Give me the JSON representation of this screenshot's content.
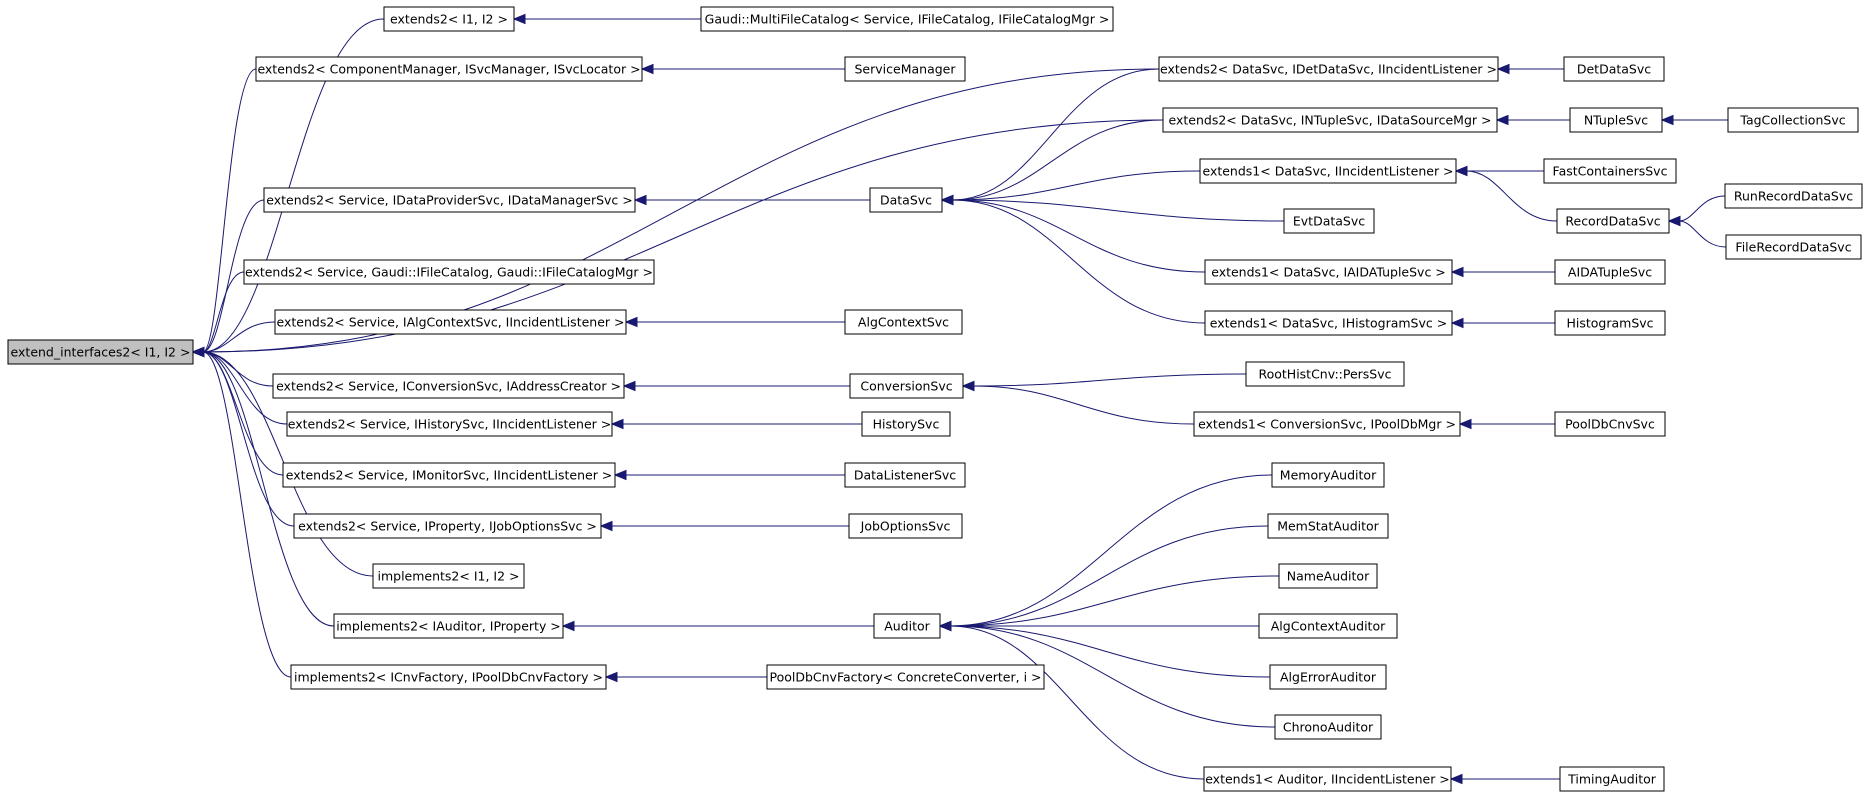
{
  "colors": {
    "edge": "#191970",
    "root_fill": "#c0c0c0",
    "node_fill": "#ffffff",
    "border": "#000000"
  },
  "nodes": [
    {
      "id": "root",
      "label": "extend_interfaces2< I1, I2 >"
    },
    {
      "id": "e_i1i2",
      "label": "extends2< I1, I2 >"
    },
    {
      "id": "mfc",
      "label": "Gaudi::MultiFileCatalog< Service, IFileCatalog, IFileCatalogMgr >"
    },
    {
      "id": "e_comp",
      "label": "extends2< ComponentManager, ISvcManager, ISvcLocator >"
    },
    {
      "id": "svcmgr",
      "label": "ServiceManager"
    },
    {
      "id": "e_det",
      "label": "extends2< DataSvc, IDetDataSvc, IIncidentListener >"
    },
    {
      "id": "detdata",
      "label": "DetDataSvc"
    },
    {
      "id": "e_ntup",
      "label": "extends2< DataSvc, INTupleSvc, IDataSourceMgr >"
    },
    {
      "id": "ntuple",
      "label": "NTupleSvc"
    },
    {
      "id": "tagcoll",
      "label": "TagCollectionSvc"
    },
    {
      "id": "e1_incl",
      "label": "extends1< DataSvc, IIncidentListener >"
    },
    {
      "id": "fastc",
      "label": "FastContainersSvc"
    },
    {
      "id": "runrec",
      "label": "RunRecordDataSvc"
    },
    {
      "id": "e_dp",
      "label": "extends2< Service, IDataProviderSvc, IDataManagerSvc >"
    },
    {
      "id": "datasvc",
      "label": "DataSvc"
    },
    {
      "id": "evtdata",
      "label": "EvtDataSvc"
    },
    {
      "id": "recdata",
      "label": "RecordDataSvc"
    },
    {
      "id": "filerec",
      "label": "FileRecordDataSvc"
    },
    {
      "id": "e_fc",
      "label": "extends2< Service, Gaudi::IFileCatalog, Gaudi::IFileCatalogMgr >"
    },
    {
      "id": "e1_aida",
      "label": "extends1< DataSvc, IAIDATupleSvc >"
    },
    {
      "id": "aida",
      "label": "AIDATupleSvc"
    },
    {
      "id": "e_alg",
      "label": "extends2< Service, IAlgContextSvc, IIncidentListener >"
    },
    {
      "id": "algctx",
      "label": "AlgContextSvc"
    },
    {
      "id": "e1_hist",
      "label": "extends1< DataSvc, IHistogramSvc >"
    },
    {
      "id": "histsvc",
      "label": "HistogramSvc"
    },
    {
      "id": "e_conv",
      "label": "extends2< Service, IConversionSvc, IAddressCreator >"
    },
    {
      "id": "convsvc",
      "label": "ConversionSvc"
    },
    {
      "id": "roothist",
      "label": "RootHistCnv::PersSvc"
    },
    {
      "id": "e_hsvc",
      "label": "extends2< Service, IHistorySvc, IIncidentListener >"
    },
    {
      "id": "historysvc",
      "label": "HistorySvc"
    },
    {
      "id": "e1_pool",
      "label": "extends1< ConversionSvc, IPoolDbMgr >"
    },
    {
      "id": "poolcnv",
      "label": "PoolDbCnvSvc"
    },
    {
      "id": "e_mon",
      "label": "extends2< Service, IMonitorSvc, IIncidentListener >"
    },
    {
      "id": "datalis",
      "label": "DataListenerSvc"
    },
    {
      "id": "memaud",
      "label": "MemoryAuditor"
    },
    {
      "id": "e_prop",
      "label": "extends2< Service, IProperty, IJobOptionsSvc >"
    },
    {
      "id": "jobopt",
      "label": "JobOptionsSvc"
    },
    {
      "id": "memstat",
      "label": "MemStatAuditor"
    },
    {
      "id": "impl_i1i2",
      "label": "implements2< I1, I2 >"
    },
    {
      "id": "nameaud",
      "label": "NameAuditor"
    },
    {
      "id": "impl_aud",
      "label": "implements2< IAuditor, IProperty >"
    },
    {
      "id": "auditor",
      "label": "Auditor"
    },
    {
      "id": "algctxaud",
      "label": "AlgContextAuditor"
    },
    {
      "id": "impl_cnv",
      "label": "implements2< ICnvFactory, IPoolDbCnvFactory >"
    },
    {
      "id": "poolfac",
      "label": "PoolDbCnvFactory< ConcreteConverter, i >"
    },
    {
      "id": "algerr",
      "label": "AlgErrorAuditor"
    },
    {
      "id": "chrono",
      "label": "ChronoAuditor"
    },
    {
      "id": "e1_aud",
      "label": "extends1< Auditor, IIncidentListener >"
    },
    {
      "id": "timing",
      "label": "TimingAuditor"
    }
  ],
  "edges": [
    [
      "e_i1i2",
      "root"
    ],
    [
      "e_comp",
      "root"
    ],
    [
      "e_det",
      "root"
    ],
    [
      "e_ntup",
      "root"
    ],
    [
      "e_dp",
      "root"
    ],
    [
      "e_fc",
      "root"
    ],
    [
      "e_alg",
      "root"
    ],
    [
      "e_conv",
      "root"
    ],
    [
      "e_hsvc",
      "root"
    ],
    [
      "e_mon",
      "root"
    ],
    [
      "e_prop",
      "root"
    ],
    [
      "impl_i1i2",
      "root"
    ],
    [
      "impl_aud",
      "root"
    ],
    [
      "impl_cnv",
      "root"
    ],
    [
      "mfc",
      "e_i1i2"
    ],
    [
      "svcmgr",
      "e_comp"
    ],
    [
      "detdata",
      "e_det"
    ],
    [
      "ntuple",
      "e_ntup"
    ],
    [
      "tagcoll",
      "ntuple"
    ],
    [
      "datasvc",
      "e_dp"
    ],
    [
      "e_det",
      "datasvc"
    ],
    [
      "e_ntup",
      "datasvc"
    ],
    [
      "e1_incl",
      "datasvc"
    ],
    [
      "evtdata",
      "datasvc"
    ],
    [
      "e1_aida",
      "datasvc"
    ],
    [
      "e1_hist",
      "datasvc"
    ],
    [
      "fastc",
      "e1_incl"
    ],
    [
      "recdata",
      "e1_incl"
    ],
    [
      "runrec",
      "recdata"
    ],
    [
      "filerec",
      "recdata"
    ],
    [
      "aida",
      "e1_aida"
    ],
    [
      "histsvc",
      "e1_hist"
    ],
    [
      "algctx",
      "e_alg"
    ],
    [
      "convsvc",
      "e_conv"
    ],
    [
      "roothist",
      "convsvc"
    ],
    [
      "e1_pool",
      "convsvc"
    ],
    [
      "poolcnv",
      "e1_pool"
    ],
    [
      "historysvc",
      "e_hsvc"
    ],
    [
      "datalis",
      "e_mon"
    ],
    [
      "jobopt",
      "e_prop"
    ],
    [
      "auditor",
      "impl_aud"
    ],
    [
      "memaud",
      "auditor"
    ],
    [
      "memstat",
      "auditor"
    ],
    [
      "nameaud",
      "auditor"
    ],
    [
      "algctxaud",
      "auditor"
    ],
    [
      "algerr",
      "auditor"
    ],
    [
      "chrono",
      "auditor"
    ],
    [
      "e1_aud",
      "auditor"
    ],
    [
      "timing",
      "e1_aud"
    ],
    [
      "poolfac",
      "impl_cnv"
    ]
  ]
}
